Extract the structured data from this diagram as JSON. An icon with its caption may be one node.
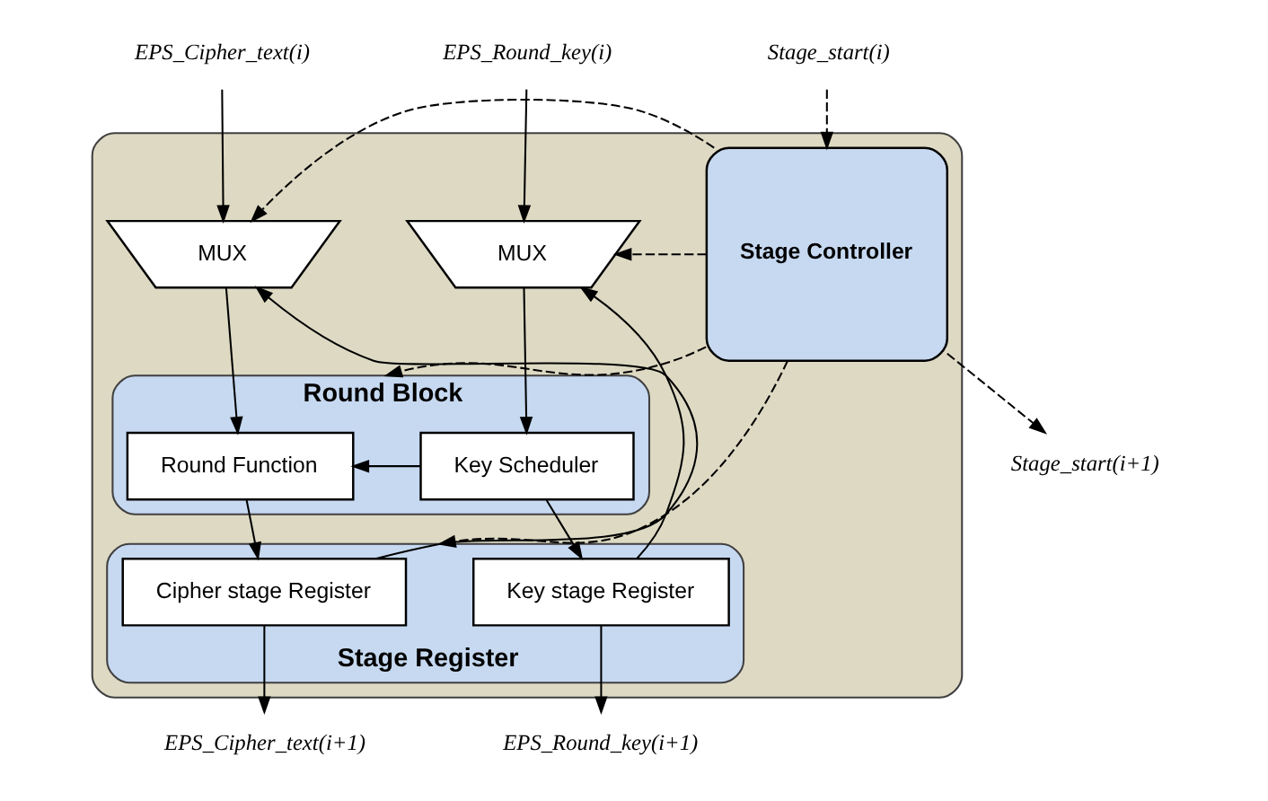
{
  "diagram": {
    "nodes": [
      {
        "text": [],
        "shape": "box"
      },
      {
        "text": [
          "MUX"
        ],
        "in": 0
      },
      {
        "text": [
          "MUX"
        ],
        "in": 0
      },
      {
        "text": [
          "Round Block"
        ],
        "in": 0
      },
      {
        "text": [
          "Round Function"
        ],
        "in": 3
      },
      {
        "text": [
          "Key Scheduler"
        ],
        "in": 3
      },
      {
        "text": [
          "Stage Register"
        ],
        "in": 0
      },
      {
        "text": [
          "Cipher stage Register"
        ],
        "in": 6
      },
      {
        "text": [
          "Key stage Register"
        ],
        "in": 6
      },
      {
        "text": [
          "Stage Controller"
        ],
        "in": 0
      },
      {
        "text": [
          "EPS_Cipher_text(i)"
        ]
      },
      {
        "text": [
          "EPS_Round_key(i)"
        ]
      },
      {
        "text": [
          "Stage_start(i)"
        ]
      },
      {
        "text": [
          "EPS_Cipher_text(i+1)"
        ]
      },
      {
        "text": [
          "EPS_Round_key(i+1)"
        ]
      },
      {
        "text": [
          "Stage_start(i+1)"
        ]
      }
    ],
    "edges": [
      {
        "from": 10,
        "to": 1,
        "arrow": "to"
      },
      {
        "from": 11,
        "to": 2,
        "arrow": "to"
      },
      {
        "from": 12,
        "to": 9,
        "arrow": "to",
        "style": "dashed"
      },
      {
        "from": 1,
        "to": 4,
        "arrow": "to"
      },
      {
        "from": 2,
        "to": 5,
        "arrow": "to"
      },
      {
        "from": 5,
        "to": 4,
        "arrow": "to"
      },
      {
        "from": 4,
        "to": 7,
        "arrow": "to"
      },
      {
        "from": 5,
        "to": 8,
        "arrow": "to"
      },
      {
        "from": 7,
        "to": 1,
        "arrow": "to"
      },
      {
        "from": 8,
        "to": 2,
        "arrow": "to"
      },
      {
        "from": 9,
        "to": 2,
        "arrow": "to",
        "style": "dashed"
      },
      {
        "from": 9,
        "to": 1,
        "arrow": "to",
        "style": "dashed"
      },
      {
        "from": 9,
        "to": 3,
        "arrow": "to",
        "style": "dashed"
      },
      {
        "from": 9,
        "to": 6,
        "arrow": "to",
        "style": "dashed"
      },
      {
        "from": 7,
        "to": 13,
        "arrow": "to"
      },
      {
        "from": 8,
        "to": 14,
        "arrow": "to"
      },
      {
        "from": 9,
        "to": 15,
        "arrow": "to",
        "style": "dashed"
      }
    ]
  }
}
